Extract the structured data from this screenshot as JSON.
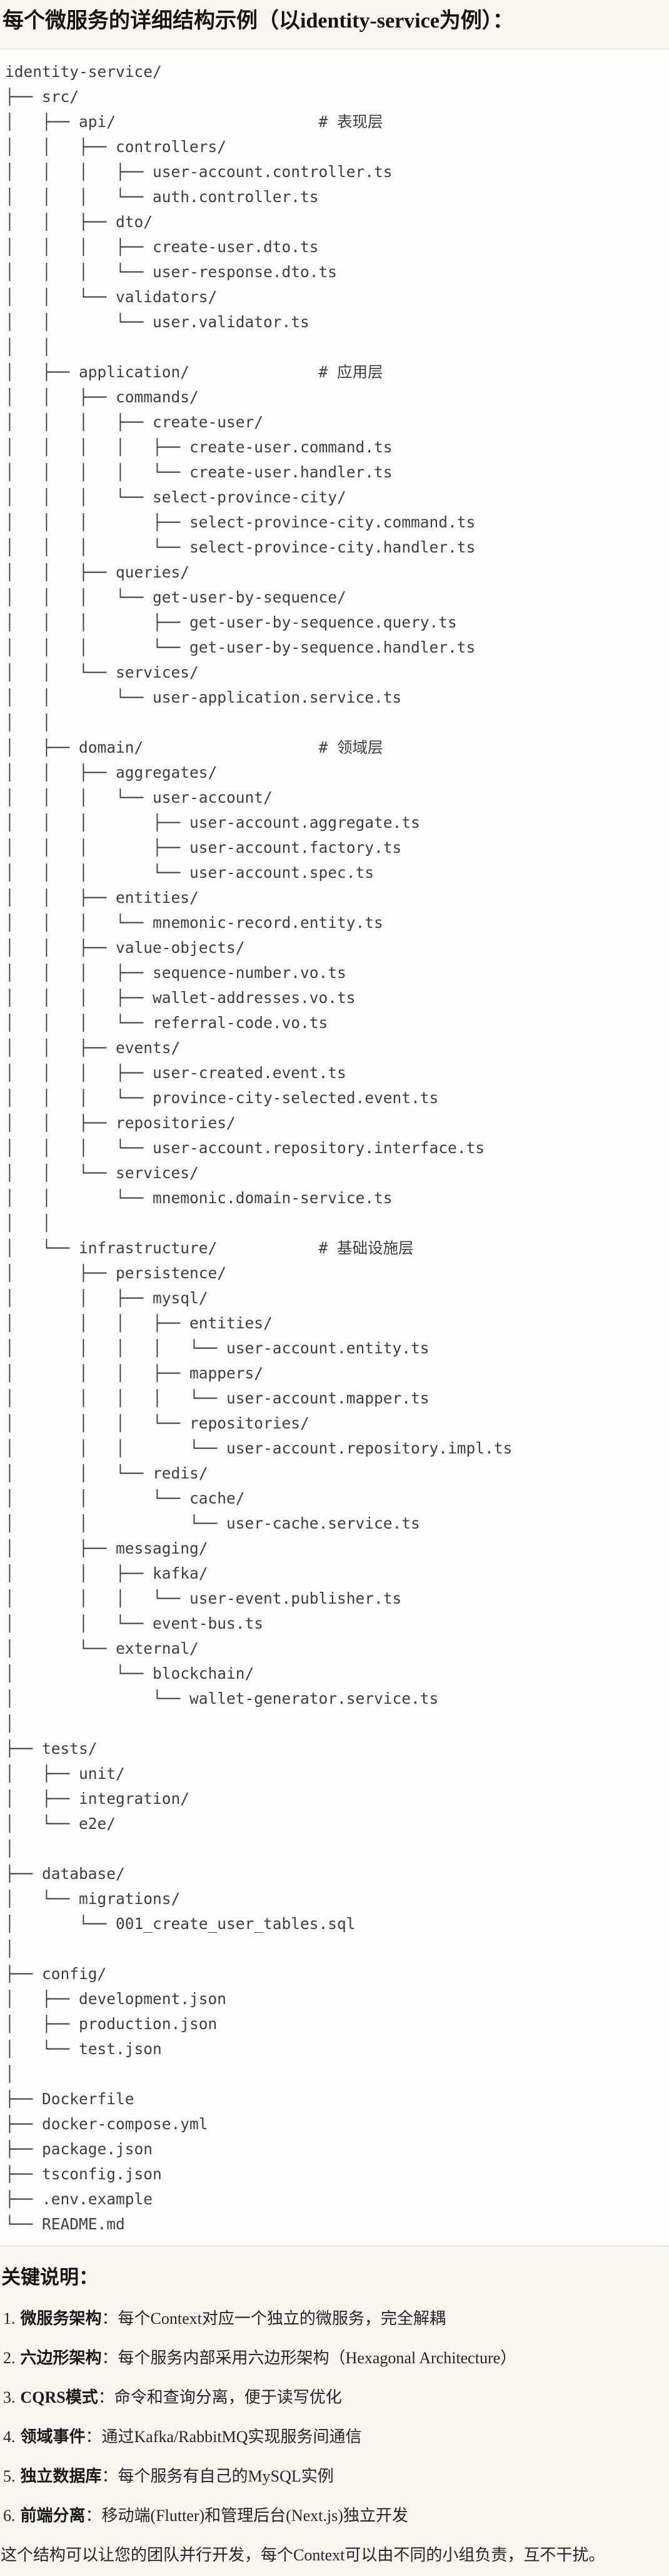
{
  "page": {
    "title": "每个微服务的详细结构示例（以identity-service为例）："
  },
  "code_block": {
    "lines": [
      "identity-service/",
      "├── src/",
      "│   ├── api/                      # 表现层",
      "│   │   ├── controllers/",
      "│   │   │   ├── user-account.controller.ts",
      "│   │   │   └── auth.controller.ts",
      "│   │   ├── dto/",
      "│   │   │   ├── create-user.dto.ts",
      "│   │   │   └── user-response.dto.ts",
      "│   │   └── validators/",
      "│   │       └── user.validator.ts",
      "│   │",
      "│   ├── application/              # 应用层",
      "│   │   ├── commands/",
      "│   │   │   ├── create-user/",
      "│   │   │   │   ├── create-user.command.ts",
      "│   │   │   │   └── create-user.handler.ts",
      "│   │   │   └── select-province-city/",
      "│   │   │       ├── select-province-city.command.ts",
      "│   │   │       └── select-province-city.handler.ts",
      "│   │   ├── queries/",
      "│   │   │   └── get-user-by-sequence/",
      "│   │   │       ├── get-user-by-sequence.query.ts",
      "│   │   │       └── get-user-by-sequence.handler.ts",
      "│   │   └── services/",
      "│   │       └── user-application.service.ts",
      "│   │",
      "│   ├── domain/                   # 领域层",
      "│   │   ├── aggregates/",
      "│   │   │   └── user-account/",
      "│   │   │       ├── user-account.aggregate.ts",
      "│   │   │       ├── user-account.factory.ts",
      "│   │   │       └── user-account.spec.ts",
      "│   │   ├── entities/",
      "│   │   │   └── mnemonic-record.entity.ts",
      "│   │   ├── value-objects/",
      "│   │   │   ├── sequence-number.vo.ts",
      "│   │   │   ├── wallet-addresses.vo.ts",
      "│   │   │   └── referral-code.vo.ts",
      "│   │   ├── events/",
      "│   │   │   ├── user-created.event.ts",
      "│   │   │   └── province-city-selected.event.ts",
      "│   │   ├── repositories/",
      "│   │   │   └── user-account.repository.interface.ts",
      "│   │   └── services/",
      "│   │       └── mnemonic.domain-service.ts",
      "│   │",
      "│   └── infrastructure/           # 基础设施层",
      "│       ├── persistence/",
      "│       │   ├── mysql/",
      "│       │   │   ├── entities/",
      "│       │   │   │   └── user-account.entity.ts",
      "│       │   │   ├── mappers/",
      "│       │   │   │   └── user-account.mapper.ts",
      "│       │   │   └── repositories/",
      "│       │   │       └── user-account.repository.impl.ts",
      "│       │   └── redis/",
      "│       │       └── cache/",
      "│       │           └── user-cache.service.ts",
      "│       ├── messaging/",
      "│       │   ├── kafka/",
      "│       │   │   └── user-event.publisher.ts",
      "│       │   └── event-bus.ts",
      "│       └── external/",
      "│           └── blockchain/",
      "│               └── wallet-generator.service.ts",
      "│",
      "├── tests/",
      "│   ├── unit/",
      "│   ├── integration/",
      "│   └── e2e/",
      "│",
      "├── database/",
      "│   └── migrations/",
      "│       └── 001_create_user_tables.sql",
      "│",
      "├── config/",
      "│   ├── development.json",
      "│   ├── production.json",
      "│   └── test.json",
      "│",
      "├── Dockerfile",
      "├── docker-compose.yml",
      "├── package.json",
      "├── tsconfig.json",
      "├── .env.example",
      "└── README.md"
    ]
  },
  "notes": {
    "heading": "关键说明：",
    "items": [
      {
        "number": "1.",
        "label": "微服务架构",
        "separator": "：",
        "text": "每个Context对应一个独立的微服务，完全解耦"
      },
      {
        "number": "2.",
        "label": "六边形架构",
        "separator": "：",
        "text": "每个服务内部采用六边形架构（Hexagonal Architecture）"
      },
      {
        "number": "3.",
        "label": "CQRS模式",
        "separator": "：",
        "text": "命令和查询分离，便于读写优化"
      },
      {
        "number": "4.",
        "label": "领域事件",
        "separator": "：",
        "text": "通过Kafka/RabbitMQ实现服务间通信"
      },
      {
        "number": "5.",
        "label": "独立数据库",
        "separator": "：",
        "text": "每个服务有自己的MySQL实例"
      },
      {
        "number": "6.",
        "label": "前端分离",
        "separator": "：",
        "text": "移动端(Flutter)和管理后台(Next.js)独立开发"
      }
    ],
    "footer": "这个结构可以让您的团队并行开发，每个Context可以由不同的小组负责，互不干扰。"
  }
}
